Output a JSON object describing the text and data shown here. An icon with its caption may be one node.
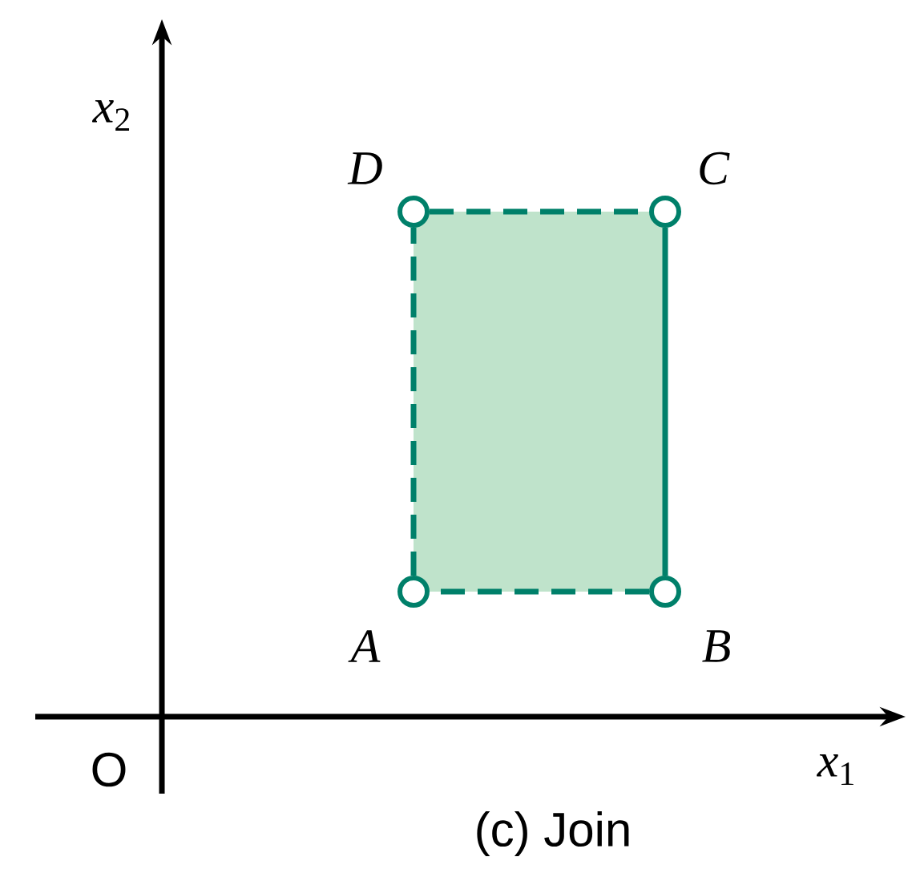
{
  "diagram": {
    "caption": "(c) Join",
    "nodes": [
      {
        "text": [],
        "shape": "circle",
        "beside": [
          "D"
        ]
      },
      {
        "text": [],
        "shape": "circle",
        "beside": [
          "C"
        ]
      },
      {
        "text": [],
        "shape": "circle",
        "beside": [
          "A"
        ]
      },
      {
        "text": [],
        "shape": "circle",
        "beside": [
          "B"
        ]
      },
      {
        "text": [],
        "shape": "box"
      }
    ],
    "edges": [
      {
        "from": 0,
        "to": 1,
        "arrow": "none",
        "style": "dashed"
      },
      {
        "from": 1,
        "to": 3,
        "arrow": "none"
      },
      {
        "from": 3,
        "to": 2,
        "arrow": "none",
        "style": "dashed"
      },
      {
        "from": 2,
        "to": 0,
        "arrow": "none",
        "style": "dashed"
      }
    ],
    "labels": [
      "*x*$_{2}$",
      "O",
      "*x*$_{1}$"
    ]
  }
}
